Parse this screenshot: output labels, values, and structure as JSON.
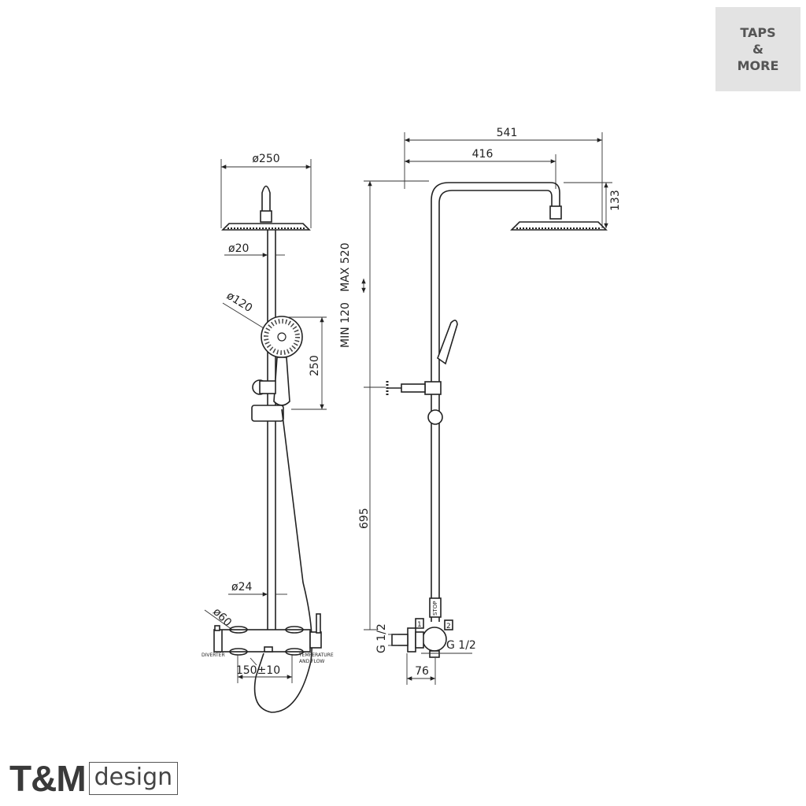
{
  "brand": {
    "taps_logo": [
      "TAPS",
      "&",
      "MORE"
    ],
    "tm_logo_main": "T&M",
    "tm_logo_sub": "design"
  },
  "front_view": {
    "head_diameter": "ø250",
    "pipe_diameter": "ø20",
    "hand_shower_diameter": "ø120",
    "hand_shower_height": "250",
    "lower_pipe_diameter": "ø24",
    "handle_diameter": "ø60",
    "diverter_label": "DIVERTER",
    "temperature_label_1": "TEMPERATURE",
    "temperature_label_2": "AND FLOW",
    "center_distance": "150±10"
  },
  "side_view": {
    "total_projection": "541",
    "arm_projection": "416",
    "head_height": "133",
    "adjustment_range": "MIN 120   MAX 520",
    "lower_height": "695",
    "inlet_left": "G 1/2",
    "inlet_right": "G 1/2",
    "wall_offset": "76",
    "stop_label": "STOP",
    "port_1": "1",
    "port_2": "2"
  }
}
